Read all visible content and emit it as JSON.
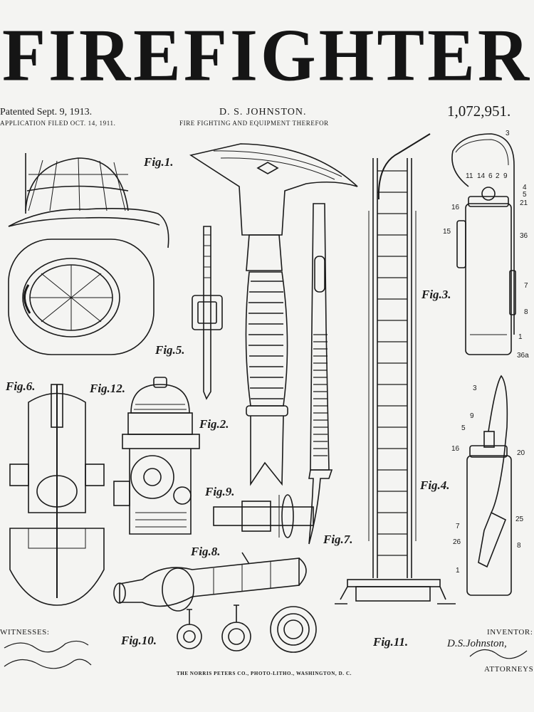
{
  "title": "FIREFIGHTER",
  "header": {
    "patented": "Patented Sept. 9, 1913.",
    "application": "APPLICATION FILED OCT. 14, 1911.",
    "inventor_name": "D. S. JOHNSTON.",
    "invention": "FIRE FIGHTING AND EQUIPMENT THEREFOR",
    "patent_number": "1,072,951."
  },
  "figures": {
    "fig1": "Fig.1.",
    "fig2": "Fig.2.",
    "fig3": "Fig.3.",
    "fig4": "Fig.4.",
    "fig5": "Fig.5.",
    "fig6": "Fig.6.",
    "fig7": "Fig.7.",
    "fig8": "Fig.8.",
    "fig9": "Fig.9.",
    "fig10": "Fig.10.",
    "fig11": "Fig.11.",
    "fig12": "Fig.12."
  },
  "footer": {
    "witnesses_label": "WITNESSES:",
    "inventor_label": "INVENTOR:",
    "inventor_signature": "D.S.Johnston,",
    "attorneys_label": "ATTORNEYS.",
    "printer": "THE NORRIS PETERS CO., PHOTO-LITHO., WASHINGTON, D. C."
  },
  "extinguisher_labels": {
    "fig3": [
      "3",
      "11",
      "14",
      "6",
      "2",
      "9",
      "4",
      "5",
      "21",
      "16",
      "15",
      "36",
      "7",
      "8",
      "1",
      "36a"
    ],
    "fig4": [
      "3",
      "9",
      "5",
      "16",
      "20",
      "7",
      "25",
      "26",
      "8",
      "1"
    ]
  }
}
